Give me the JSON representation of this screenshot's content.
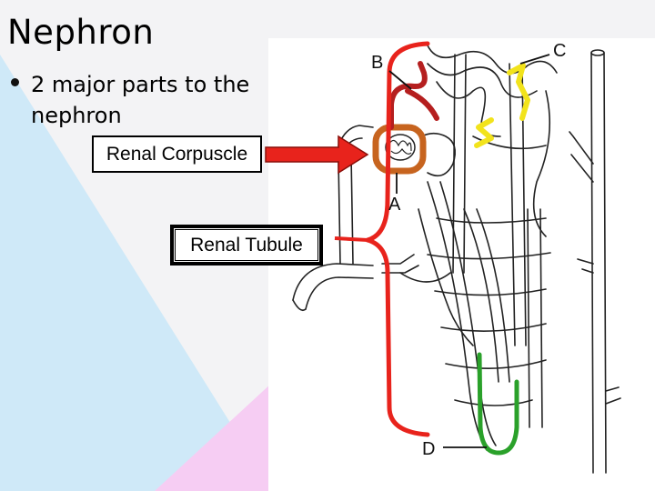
{
  "slide": {
    "title": "Nephron",
    "bullet": "2 major parts to the nephron"
  },
  "labels": {
    "corpuscle": "Renal Corpuscle",
    "tubule": "Renal Tubule"
  },
  "diagram_letters": {
    "a": "A",
    "b": "B",
    "c": "C",
    "d": "D"
  },
  "colors": {
    "bracket": "#e8231c",
    "arrow": "#e8231c",
    "capsule": "#c7641f",
    "arteriole": "#b51f1f",
    "distal_tubule": "#f2e31c",
    "collecting_loop": "#2aa12a"
  }
}
